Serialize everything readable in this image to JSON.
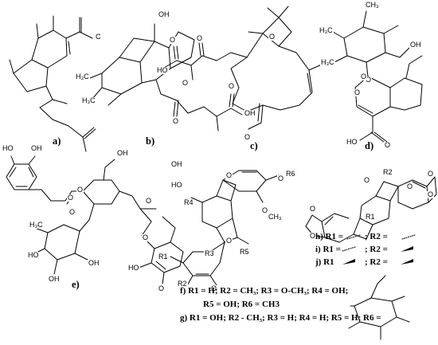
{
  "panels": [
    {
      "id": "a",
      "label": "a)"
    },
    {
      "id": "b",
      "label": "b)"
    },
    {
      "id": "c",
      "label": "c)"
    },
    {
      "id": "d",
      "label": "d)"
    },
    {
      "id": "e",
      "label": "e)"
    }
  ],
  "atoms": {
    "a": [
      {
        "t": "C"
      }
    ],
    "b": [
      {
        "t": "OH"
      },
      {
        "t": "H₃C"
      },
      {
        "t": "H₃C"
      },
      {
        "t": "O"
      },
      {
        "t": "O"
      },
      {
        "t": "OH"
      }
    ],
    "c": [
      {
        "t": "O"
      },
      {
        "t": "HO"
      },
      {
        "t": "O"
      },
      {
        "t": "O"
      },
      {
        "t": "O"
      },
      {
        "t": "O"
      }
    ],
    "d": [
      {
        "t": "H₃C"
      },
      {
        "t": "CH₃"
      },
      {
        "t": "H₃C"
      },
      {
        "t": "O"
      },
      {
        "t": "O"
      },
      {
        "t": "O"
      },
      {
        "t": "OH"
      },
      {
        "t": "HO"
      },
      {
        "t": "O"
      }
    ],
    "e": [
      {
        "t": "HO"
      },
      {
        "t": "OH"
      },
      {
        "t": "O"
      },
      {
        "t": "O"
      },
      {
        "t": "OH"
      },
      {
        "t": "O"
      },
      {
        "t": "O"
      },
      {
        "t": "HO"
      },
      {
        "t": "O"
      },
      {
        "t": "H₃C"
      },
      {
        "t": "O"
      },
      {
        "t": "HO"
      },
      {
        "t": "OH"
      },
      {
        "t": "OH"
      },
      {
        "t": "HO"
      },
      {
        "t": "OH"
      }
    ],
    "fg": [
      {
        "t": "R4"
      },
      {
        "t": "O"
      },
      {
        "t": "O"
      },
      {
        "t": "R5"
      },
      {
        "t": "R1"
      },
      {
        "t": "R3"
      },
      {
        "t": "R2"
      },
      {
        "t": "O"
      },
      {
        "t": "O"
      },
      {
        "t": "R6"
      },
      {
        "t": "O"
      },
      {
        "t": "CH₃"
      }
    ],
    "h": [
      {
        "t": "R2"
      },
      {
        "t": "O"
      },
      {
        "t": "O"
      },
      {
        "t": "O"
      },
      {
        "t": "O"
      },
      {
        "t": "R1"
      },
      {
        "t": "O"
      },
      {
        "t": "O"
      }
    ]
  },
  "notes": {
    "h": "h) R1 =",
    "h2": "; R2 =",
    "i": "i) R1 =",
    "i2": "; R2 =",
    "j": "j) R1",
    "j2": "; R2 =",
    "f1": "f) R1 = H; R2 = CH₃; R3 = O-CH₃; R4 = OH;",
    "f2": "R5 = OH; R6 = CH3",
    "g": "g) R1 = OH; R2 - CH₃; R3 = H; R4 = H; R5 = H; R6 ="
  }
}
